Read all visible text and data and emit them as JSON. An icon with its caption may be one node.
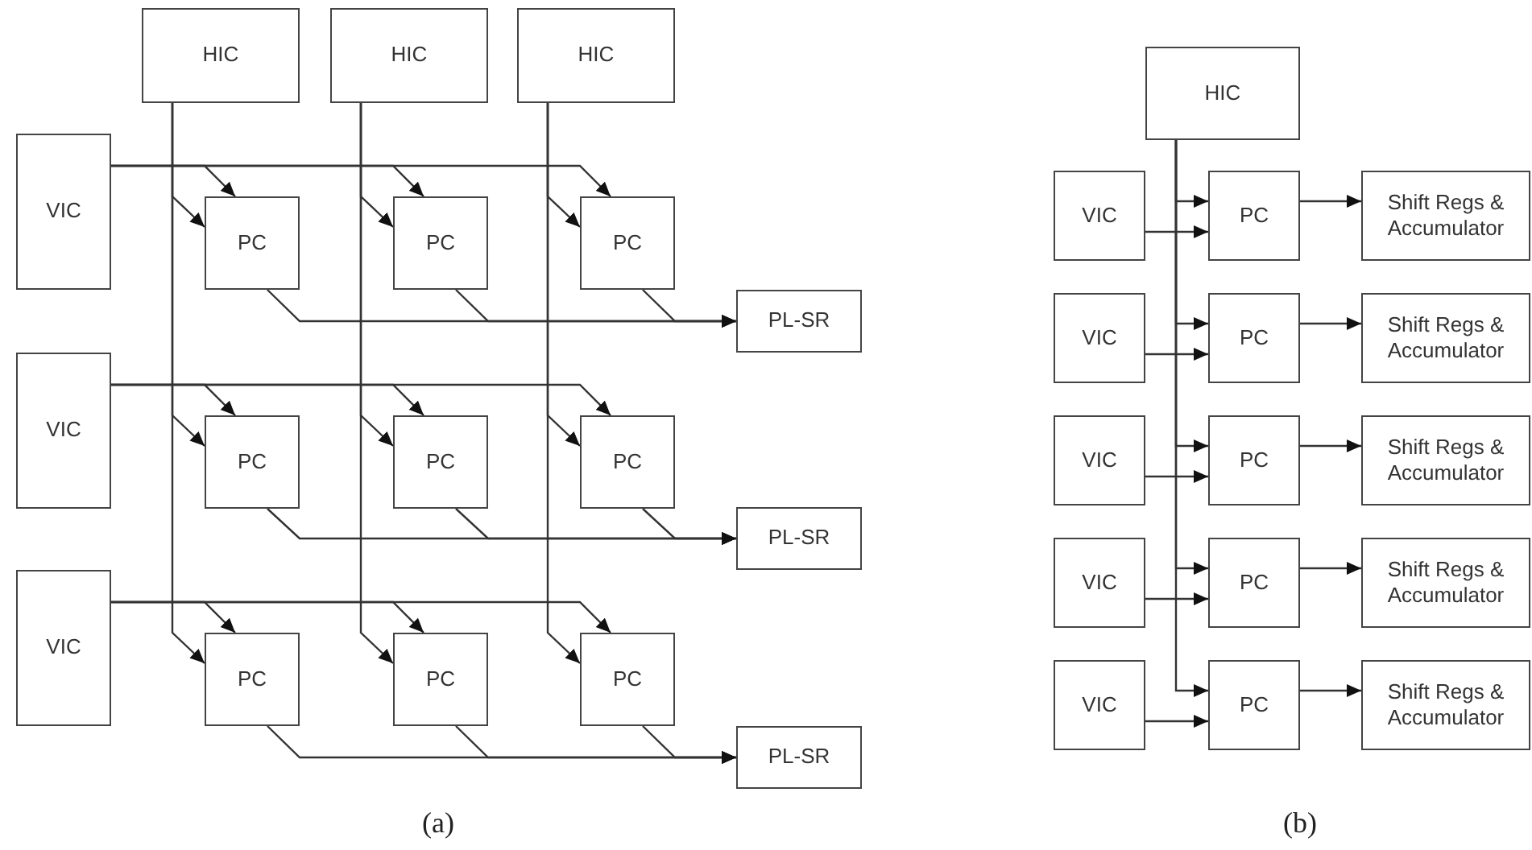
{
  "diagram": {
    "nodes": [
      {
        "text": [
          "HIC"
        ]
      },
      {
        "text": [
          "HIC"
        ]
      },
      {
        "text": [
          "HIC"
        ]
      },
      {
        "text": [
          "VIC"
        ]
      },
      {
        "text": [
          "PC"
        ]
      },
      {
        "text": [
          "PC"
        ]
      },
      {
        "text": [
          "PC"
        ]
      },
      {
        "text": [
          "PL-SR"
        ]
      },
      {
        "text": [
          "VIC"
        ]
      },
      {
        "text": [
          "PC"
        ]
      },
      {
        "text": [
          "PC"
        ]
      },
      {
        "text": [
          "PC"
        ]
      },
      {
        "text": [
          "PL-SR"
        ]
      },
      {
        "text": [
          "VIC"
        ]
      },
      {
        "text": [
          "PC"
        ]
      },
      {
        "text": [
          "PC"
        ]
      },
      {
        "text": [
          "PC"
        ]
      },
      {
        "text": [
          "PL-SR"
        ]
      },
      {
        "text": [
          "HIC"
        ]
      },
      {
        "text": [
          "VIC"
        ]
      },
      {
        "text": [
          "PC"
        ]
      },
      {
        "text": [
          "Shift Regs & Accumulator"
        ]
      },
      {
        "text": [
          "VIC"
        ]
      },
      {
        "text": [
          "PC"
        ]
      },
      {
        "text": [
          "Shift Regs & Accumulator"
        ]
      },
      {
        "text": [
          "VIC"
        ]
      },
      {
        "text": [
          "PC"
        ]
      },
      {
        "text": [
          "Shift Regs & Accumulator"
        ]
      },
      {
        "text": [
          "VIC"
        ]
      },
      {
        "text": [
          "PC"
        ]
      },
      {
        "text": [
          "Shift Regs & Accumulator"
        ]
      },
      {
        "text": [
          "VIC"
        ]
      },
      {
        "text": [
          "PC"
        ]
      },
      {
        "text": [
          "Shift Regs & Accumulator"
        ]
      }
    ],
    "edges": [
      {
        "from": 0,
        "to": 4,
        "arrow": "to"
      },
      {
        "from": 3,
        "to": 4,
        "arrow": "to"
      },
      {
        "from": 4,
        "to": 7,
        "arrow": "to"
      },
      {
        "from": 1,
        "to": 5,
        "arrow": "to"
      },
      {
        "from": 3,
        "to": 5,
        "arrow": "to"
      },
      {
        "from": 5,
        "to": 7,
        "arrow": "to"
      },
      {
        "from": 2,
        "to": 6,
        "arrow": "to"
      },
      {
        "from": 3,
        "to": 6,
        "arrow": "to"
      },
      {
        "from": 6,
        "to": 7,
        "arrow": "to"
      },
      {
        "from": 0,
        "to": 9,
        "arrow": "to"
      },
      {
        "from": 8,
        "to": 9,
        "arrow": "to"
      },
      {
        "from": 9,
        "to": 12,
        "arrow": "to"
      },
      {
        "from": 1,
        "to": 10,
        "arrow": "to"
      },
      {
        "from": 8,
        "to": 10,
        "arrow": "to"
      },
      {
        "from": 10,
        "to": 12,
        "arrow": "to"
      },
      {
        "from": 2,
        "to": 11,
        "arrow": "to"
      },
      {
        "from": 8,
        "to": 11,
        "arrow": "to"
      },
      {
        "from": 11,
        "to": 12,
        "arrow": "to"
      },
      {
        "from": 0,
        "to": 14,
        "arrow": "to"
      },
      {
        "from": 13,
        "to": 14,
        "arrow": "to"
      },
      {
        "from": 14,
        "to": 17,
        "arrow": "to"
      },
      {
        "from": 1,
        "to": 15,
        "arrow": "to"
      },
      {
        "from": 13,
        "to": 15,
        "arrow": "to"
      },
      {
        "from": 15,
        "to": 17,
        "arrow": "to"
      },
      {
        "from": 2,
        "to": 16,
        "arrow": "to"
      },
      {
        "from": 13,
        "to": 16,
        "arrow": "to"
      },
      {
        "from": 16,
        "to": 17,
        "arrow": "to"
      },
      {
        "from": 18,
        "to": 20,
        "arrow": "to"
      },
      {
        "from": 19,
        "to": 20,
        "arrow": "to"
      },
      {
        "from": 20,
        "to": 21,
        "arrow": "to"
      },
      {
        "from": 18,
        "to": 23,
        "arrow": "to"
      },
      {
        "from": 22,
        "to": 23,
        "arrow": "to"
      },
      {
        "from": 23,
        "to": 24,
        "arrow": "to"
      },
      {
        "from": 18,
        "to": 26,
        "arrow": "to"
      },
      {
        "from": 25,
        "to": 26,
        "arrow": "to"
      },
      {
        "from": 26,
        "to": 27,
        "arrow": "to"
      },
      {
        "from": 18,
        "to": 29,
        "arrow": "to"
      },
      {
        "from": 28,
        "to": 29,
        "arrow": "to"
      },
      {
        "from": 29,
        "to": 30,
        "arrow": "to"
      },
      {
        "from": 18,
        "to": 32,
        "arrow": "to"
      },
      {
        "from": 31,
        "to": 32,
        "arrow": "to"
      },
      {
        "from": 32,
        "to": 33,
        "arrow": "to"
      }
    ],
    "labels": [
      "(a)",
      "(b)"
    ]
  }
}
